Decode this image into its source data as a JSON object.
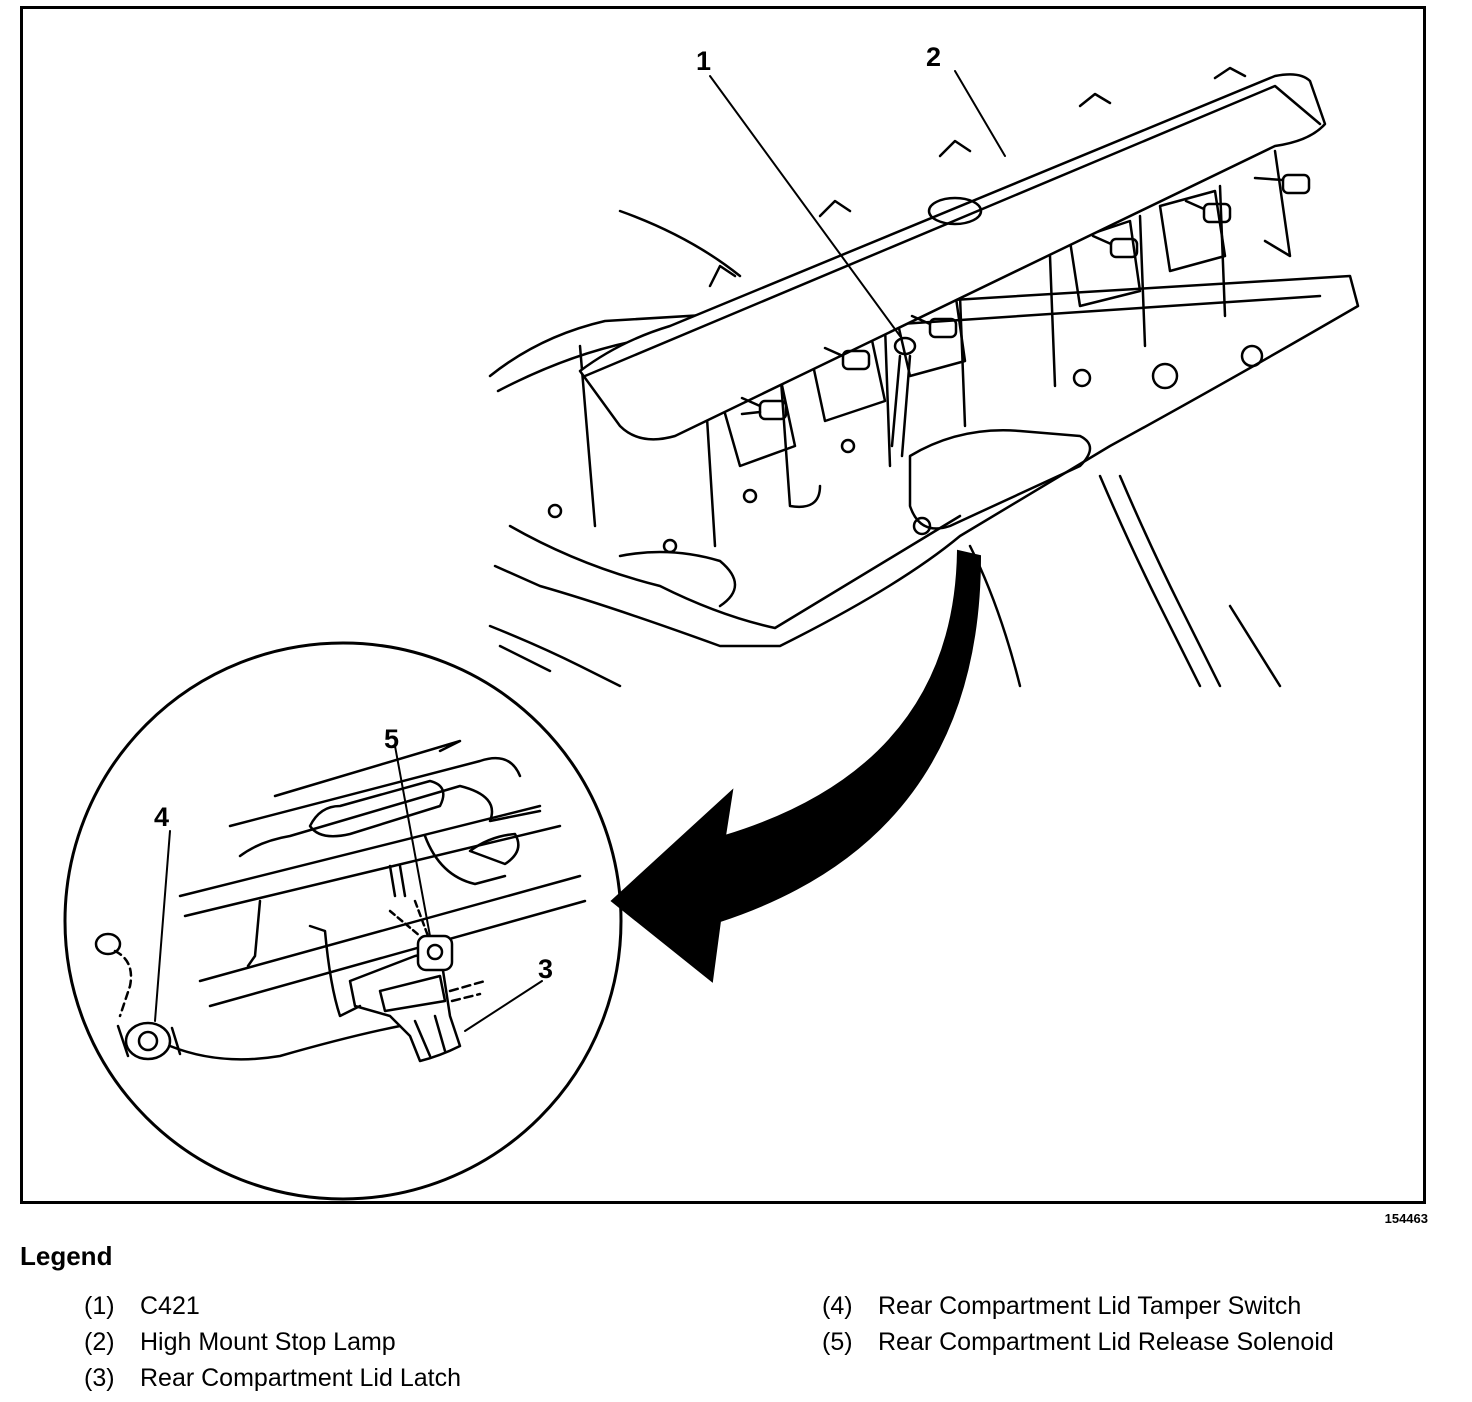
{
  "figure_id": "154463",
  "callouts": [
    "1",
    "2",
    "3",
    "4",
    "5"
  ],
  "legend": {
    "title": "Legend",
    "left": [
      {
        "num": "(1)",
        "text": "C421"
      },
      {
        "num": "(2)",
        "text": "High Mount Stop Lamp"
      },
      {
        "num": "(3)",
        "text": "Rear Compartment Lid Latch"
      }
    ],
    "right": [
      {
        "num": "(4)",
        "text": "Rear Compartment Lid Tamper Switch"
      },
      {
        "num": "(5)",
        "text": "Rear Compartment Lid Release Solenoid"
      }
    ]
  }
}
